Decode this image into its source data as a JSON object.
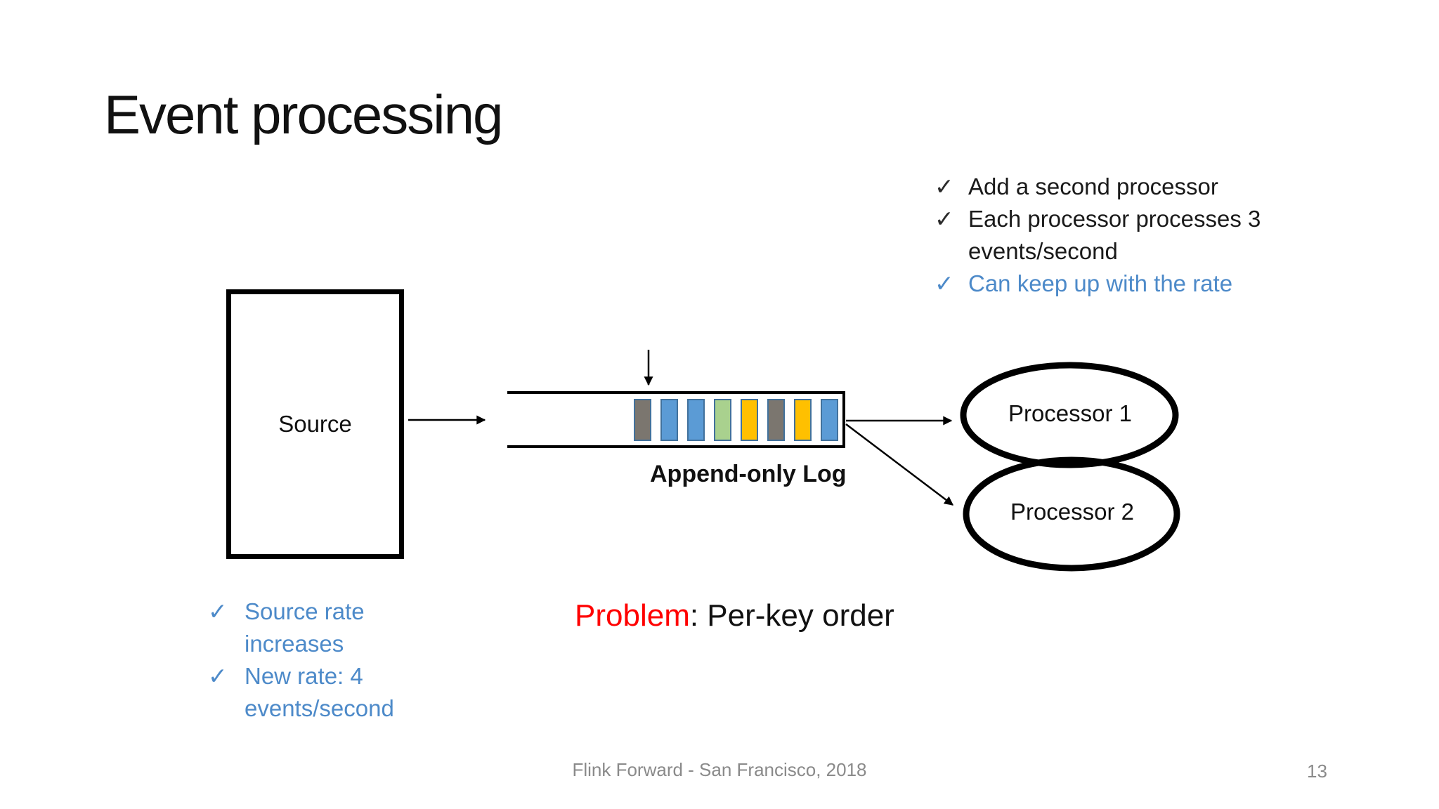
{
  "slide": {
    "title": "Event processing",
    "footer": "Flink Forward - San Francisco, 2018",
    "page_number": "13"
  },
  "colors": {
    "accent_blue": "#4D8AC9",
    "problem_red": "#FF0000",
    "footer_gray": "#8A8A8A",
    "bar_border_blue": "#41719C"
  },
  "top_checklist": [
    {
      "check": "✓",
      "text": "Add a second processor",
      "text_color": "#1a1a1a",
      "check_color": "#2b2b2b"
    },
    {
      "check": "✓",
      "text": "Each processor processes 3 events/second",
      "text_color": "#1a1a1a",
      "check_color": "#2b2b2b"
    },
    {
      "check": "✓",
      "text": "Can keep up with the rate",
      "text_color": "#4D8AC9",
      "check_color": "#4D8AC9"
    }
  ],
  "source_notes": [
    {
      "check": "✓",
      "text": "Source rate increases",
      "text_color": "#4D8AC9",
      "check_color": "#4D8AC9"
    },
    {
      "check": "✓",
      "text": "New rate: 4 events/second",
      "text_color": "#4D8AC9",
      "check_color": "#4D8AC9"
    }
  ],
  "diagram": {
    "source_label": "Source",
    "log_label": "Append-only Log",
    "processor1_label": "Processor 1",
    "processor2_label": "Processor 2",
    "log_events": [
      {
        "color_name": "gray",
        "fill": "#7B766F",
        "border": "#41719C"
      },
      {
        "color_name": "blue",
        "fill": "#5B9BD5",
        "border": "#41719C"
      },
      {
        "color_name": "blue",
        "fill": "#5B9BD5",
        "border": "#41719C"
      },
      {
        "color_name": "green",
        "fill": "#A9D18E",
        "border": "#41719C"
      },
      {
        "color_name": "yellow",
        "fill": "#FFC000",
        "border": "#41719C"
      },
      {
        "color_name": "gray",
        "fill": "#7B766F",
        "border": "#41719C"
      },
      {
        "color_name": "yellow",
        "fill": "#FFC000",
        "border": "#41719C"
      },
      {
        "color_name": "blue",
        "fill": "#5B9BD5",
        "border": "#41719C"
      }
    ]
  },
  "problem": {
    "label": "Problem",
    "suffix": ": Per-key order"
  }
}
